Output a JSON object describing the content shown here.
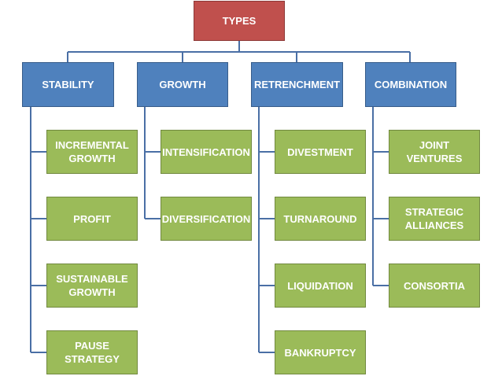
{
  "root": {
    "label": "TYPES"
  },
  "categories": [
    {
      "label": "STABILITY",
      "items": [
        "INCREMENTAL GROWTH",
        "PROFIT",
        "SUSTAINABLE GROWTH",
        "PAUSE STRATEGY"
      ]
    },
    {
      "label": "GROWTH",
      "items": [
        "INTENSIFICATION",
        "DIVERSIFICATION"
      ]
    },
    {
      "label": "RETRENCHMENT",
      "items": [
        "DIVESTMENT",
        "TURNAROUND",
        "LIQUIDATION",
        "BANKRUPTCY"
      ]
    },
    {
      "label": "COMBINATION",
      "items": [
        "JOINT VENTURES",
        "STRATEGIC ALLIANCES",
        "CONSORTIA"
      ]
    }
  ],
  "colors": {
    "root": "#c0504d",
    "category": "#4f81bd",
    "item": "#9bbb59",
    "connector": "#4a6fa5"
  }
}
